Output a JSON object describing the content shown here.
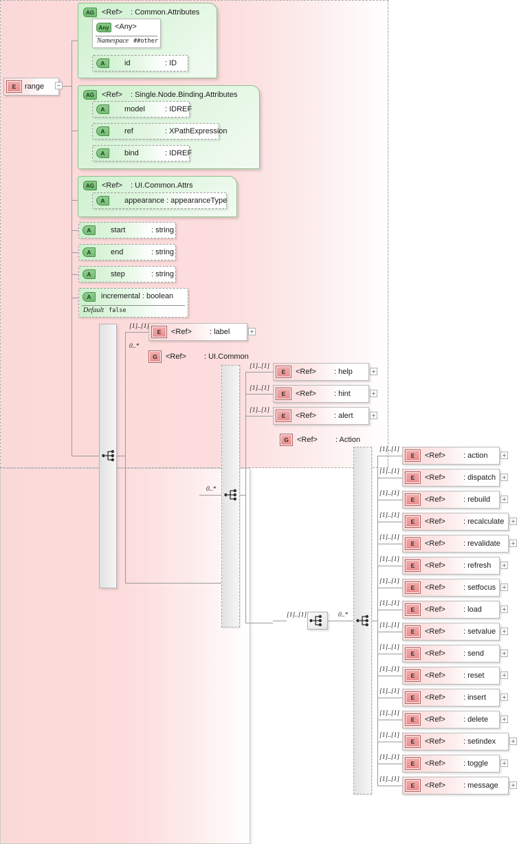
{
  "diagram": {
    "type": "xsd-schema-diagram",
    "root_element": {
      "icon": "E",
      "name": "range",
      "expander": "minus"
    },
    "tag_ref": "<Ref>",
    "tag_any": "<Any>",
    "attribute_groups": [
      {
        "icon": "AG",
        "tag": "<Ref>",
        "name": ": Common.Attributes",
        "children": [
          {
            "icon": "Any",
            "name": "<Any>",
            "footer_label": "Namespace",
            "footer_value": "##other"
          },
          {
            "icon": "A",
            "name": "id",
            "type": ": ID"
          }
        ]
      },
      {
        "icon": "AG",
        "tag": "<Ref>",
        "name": ": Single.Node.Binding.Attributes",
        "children": [
          {
            "icon": "A",
            "name": "model",
            "type": ": IDREF"
          },
          {
            "icon": "A",
            "name": "ref",
            "type": ": XPathExpression"
          },
          {
            "icon": "A",
            "name": "bind",
            "type": ": IDREF"
          }
        ]
      },
      {
        "icon": "AG",
        "tag": "<Ref>",
        "name": ": UI.Common.Attrs",
        "children": [
          {
            "icon": "A",
            "name": "appearance : appearanceType"
          }
        ]
      }
    ],
    "attributes": [
      {
        "icon": "A",
        "name": "start",
        "type": ": string"
      },
      {
        "icon": "A",
        "name": "end",
        "type": ": string"
      },
      {
        "icon": "A",
        "name": "step",
        "type": ": string"
      },
      {
        "icon": "A",
        "name": "incremental : boolean",
        "footer_label": "Default",
        "footer_value": "false"
      }
    ],
    "content": {
      "label_element": {
        "icon": "E",
        "tag": "<Ref>",
        "name": ": label",
        "cardinality": "[1]..[1]",
        "expander": "plus"
      },
      "ui_common_group": {
        "icon": "G",
        "tag": "<Ref>",
        "name": ": UI.Common",
        "cardinality": "0..*",
        "members": [
          {
            "icon": "E",
            "tag": "<Ref>",
            "name": ": help",
            "cardinality": "[1]..[1]",
            "expander": "plus"
          },
          {
            "icon": "E",
            "tag": "<Ref>",
            "name": ": hint",
            "cardinality": "[1]..[1]",
            "expander": "plus"
          },
          {
            "icon": "E",
            "tag": "<Ref>",
            "name": ": alert",
            "cardinality": "[1]..[1]",
            "expander": "plus"
          }
        ],
        "action_group": {
          "icon": "G",
          "tag": "<Ref>",
          "name": ": Action",
          "cardinality": "[1]..[1]",
          "inner_cardinality": "0..*",
          "members": [
            {
              "icon": "E",
              "tag": "<Ref>",
              "name": ": action",
              "cardinality": "[1]..[1]",
              "expander": "plus"
            },
            {
              "icon": "E",
              "tag": "<Ref>",
              "name": ": dispatch",
              "cardinality": "[1]..[1]",
              "expander": "plus"
            },
            {
              "icon": "E",
              "tag": "<Ref>",
              "name": ": rebuild",
              "cardinality": "[1]..[1]",
              "expander": "plus"
            },
            {
              "icon": "E",
              "tag": "<Ref>",
              "name": ": recalculate",
              "cardinality": "[1]..[1]",
              "expander": "plus"
            },
            {
              "icon": "E",
              "tag": "<Ref>",
              "name": ": revalidate",
              "cardinality": "[1]..[1]",
              "expander": "plus"
            },
            {
              "icon": "E",
              "tag": "<Ref>",
              "name": ": refresh",
              "cardinality": "[1]..[1]",
              "expander": "plus"
            },
            {
              "icon": "E",
              "tag": "<Ref>",
              "name": ": setfocus",
              "cardinality": "[1]..[1]",
              "expander": "plus"
            },
            {
              "icon": "E",
              "tag": "<Ref>",
              "name": ": load",
              "cardinality": "[1]..[1]",
              "expander": "plus"
            },
            {
              "icon": "E",
              "tag": "<Ref>",
              "name": ": setvalue",
              "cardinality": "[1]..[1]",
              "expander": "plus"
            },
            {
              "icon": "E",
              "tag": "<Ref>",
              "name": ": send",
              "cardinality": "[1]..[1]",
              "expander": "plus"
            },
            {
              "icon": "E",
              "tag": "<Ref>",
              "name": ": reset",
              "cardinality": "[1]..[1]",
              "expander": "plus"
            },
            {
              "icon": "E",
              "tag": "<Ref>",
              "name": ": insert",
              "cardinality": "[1]..[1]",
              "expander": "plus"
            },
            {
              "icon": "E",
              "tag": "<Ref>",
              "name": ": delete",
              "cardinality": "[1]..[1]",
              "expander": "plus"
            },
            {
              "icon": "E",
              "tag": "<Ref>",
              "name": ": setindex",
              "cardinality": "[1]..[1]",
              "expander": "plus"
            },
            {
              "icon": "E",
              "tag": "<Ref>",
              "name": ": toggle",
              "cardinality": "[1]..[1]",
              "expander": "plus"
            },
            {
              "icon": "E",
              "tag": "<Ref>",
              "name": ": message",
              "cardinality": "[1]..[1]",
              "expander": "plus"
            }
          ]
        }
      },
      "root_sequence_cardinality": "[1]..[1]",
      "uicommon_sequence_cardinality": "[1]..[1]",
      "uicommon_sequence_out": "0..*"
    },
    "colors": {
      "element_pink": "#fbd9d9",
      "group_pink_panel": "#fcdcdc",
      "attribute_green": "#cdf0cd",
      "line_gray": "#9a9a9a"
    }
  }
}
